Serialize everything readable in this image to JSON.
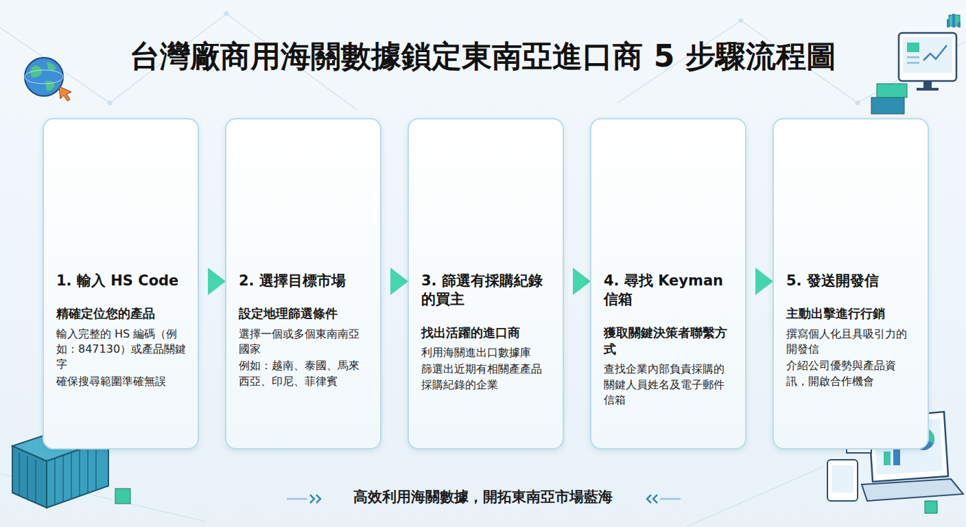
{
  "diagram": {
    "title": "台灣廠商用海關數據鎖定東南亞進口商 5 步驟流程圖",
    "caption": "高效利用海關數據，開拓東南亞市場藍海",
    "nodes": [
      {
        "text": [
          "1. 輸入 HS Code",
          "精確定位您的產品",
          "輸入完整的 HS 編碼（例如：847130）或產品關鍵字",
          "確保搜尋範圍準確無誤"
        ]
      },
      {
        "text": [
          "2. 選擇目標市場",
          "設定地理篩選條件",
          "選擇一個或多個東南南亞國家",
          "例如：越南、泰國、馬來西亞、印尼、菲律賓"
        ]
      },
      {
        "text": [
          "3. 篩選有採購紀錄的買主",
          "找出活躍的進口商",
          "利用海關進出口數據庫",
          "篩選出近期有相關產產品採購紀錄的企業"
        ]
      },
      {
        "text": [
          "4. 尋找 Keyman 信箱",
          "獲取關鍵決策者聯繫方式",
          "查找企業內部負責採購的關鍵人員姓名及電子郵件信箱"
        ]
      },
      {
        "text": [
          "5. 發送開發信",
          "主動出擊進行行銷",
          "撰寫個人化且具吸引力的開發信",
          "介紹公司優勢與產品資訊，開啟合作機會"
        ]
      }
    ],
    "edges": [
      {
        "from": 0,
        "to": 1,
        "arrow": "to"
      },
      {
        "from": 1,
        "to": 2,
        "arrow": "to"
      },
      {
        "from": 2,
        "to": 3,
        "arrow": "to"
      },
      {
        "from": 3,
        "to": 4,
        "arrow": "to"
      }
    ]
  }
}
